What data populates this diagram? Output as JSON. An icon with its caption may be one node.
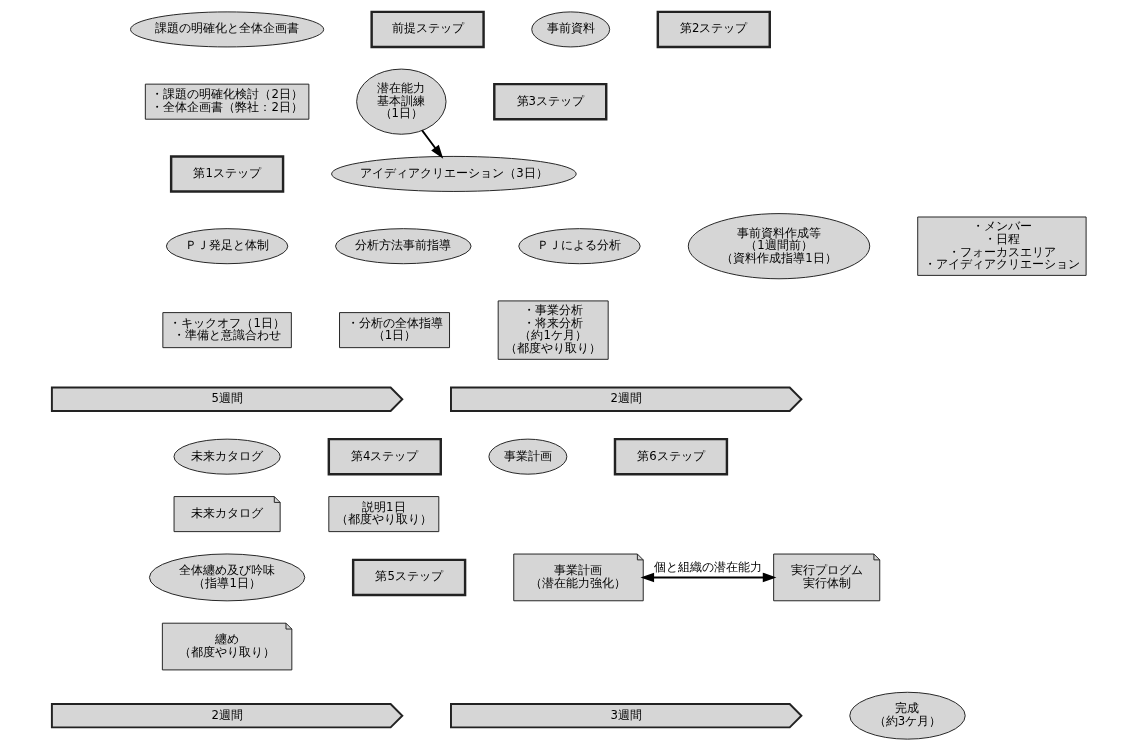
{
  "diagram": {
    "nodes": [
      {
        "text": [
          "課題の明確化と全体企画書"
        ]
      },
      {
        "text": [
          "前提ステップ"
        ]
      },
      {
        "text": [
          "・課題の明確化検討（2日）",
          "・全体企画書（弊社：2日）"
        ]
      },
      {
        "text": [
          "ＰＪ発足と体制"
        ]
      },
      {
        "text": [
          "・キックオフ（1日）",
          "・準備と意識合わせ"
        ]
      },
      {
        "text": [
          "分析方法事前指導"
        ]
      },
      {
        "text": [
          "・分析の全体指導",
          "（1日）"
        ]
      },
      {
        "text": [
          "第1ステップ"
        ]
      },
      {
        "text": [
          "ＰＪによる分析"
        ]
      },
      {
        "text": [
          "・事業分析",
          "・将来分析",
          "（約1ケ月）",
          "（都度やり取り）"
        ]
      },
      {
        "text": [
          "5週間"
        ]
      },
      {
        "text": [
          "事前資料"
        ]
      },
      {
        "text": [
          "第2ステップ"
        ]
      },
      {
        "text": [
          "潜在能力",
          "基本訓練",
          "（1日）"
        ]
      },
      {
        "text": [
          "事前資料作成等",
          "（1週間前）",
          "（資料作成指導1日）"
        ]
      },
      {
        "text": [
          "第3ステップ"
        ]
      },
      {
        "text": [
          "アイディアクリエーション（3日）"
        ]
      },
      {
        "text": [
          "・メンバー",
          "・日程",
          "・フォーカスエリア",
          "・アイディアクリエーション"
        ]
      },
      {
        "text": [
          "2週間"
        ]
      },
      {
        "text": [
          "未来カタログ"
        ]
      },
      {
        "text": [
          "第4ステップ"
        ]
      },
      {
        "text": [
          "未来カタログ"
        ]
      },
      {
        "text": [
          "全体纏め及び吟味",
          "（指導1日）"
        ]
      },
      {
        "text": [
          "第5ステップ"
        ]
      },
      {
        "text": [
          "纏め",
          "（都度やり取り）"
        ]
      },
      {
        "text": [
          "2週間"
        ]
      },
      {
        "text": [
          "事業計画"
        ]
      },
      {
        "text": [
          "第6ステップ"
        ]
      },
      {
        "text": [
          "説明1日",
          "（都度やり取り）"
        ]
      },
      {
        "text": [
          "事業計画",
          "（潜在能力強化）"
        ]
      },
      {
        "text": [
          "実行プログム",
          "実行体制"
        ]
      },
      {
        "text": [
          "3週間"
        ]
      },
      {
        "text": [
          "完成",
          "（約3ケ月）"
        ]
      }
    ],
    "edges": [
      {
        "from": 13,
        "to": 16,
        "arrow": "to"
      },
      {
        "from": 29,
        "to": 30,
        "arrow": "both",
        "label": "個と組織の潜在能力"
      }
    ]
  }
}
